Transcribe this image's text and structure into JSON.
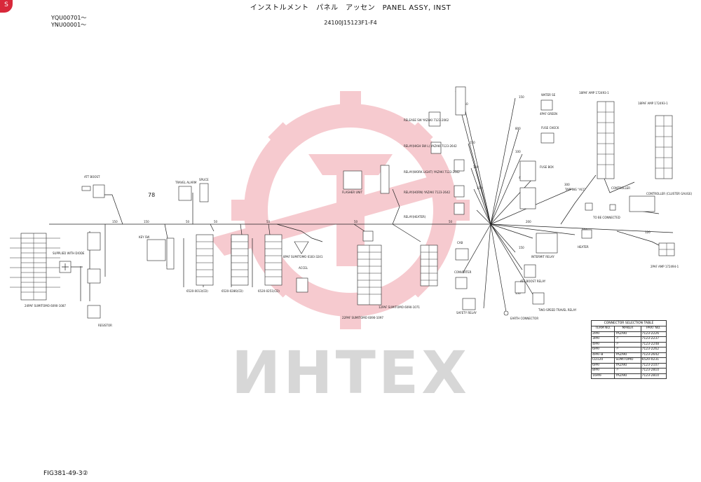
{
  "document": {
    "badge": "S",
    "title": "インストルメント　パネル　アッセン　PANEL ASSY, INST",
    "models": [
      "YQU00701～",
      "YNU00001～"
    ],
    "drawing_number": "24100J15123F1-F4",
    "figure_number": "FIG381-49-3②",
    "watermark": "ИНТЕХ",
    "ref_number": "78"
  },
  "connectors": [
    {
      "id": "main-24p",
      "label": "24PAF SUMITOMO 6090-1087"
    },
    {
      "id": "att-boost",
      "label": "ATT BOOST"
    },
    {
      "id": "supplied-diode",
      "label": "SUPPLIED WITH DIODE"
    },
    {
      "id": "resistor",
      "label": "RESISTOR"
    },
    {
      "id": "travel-alarm",
      "label": "TRAVEL ALARM"
    },
    {
      "id": "key-sw",
      "label": "KEY SW"
    },
    {
      "id": "splice",
      "label": "SPLICE"
    },
    {
      "id": "c1",
      "label": "6520-0013(CD)"
    },
    {
      "id": "c2",
      "label": "6520-0286(CD)"
    },
    {
      "id": "c3",
      "label": "6520-0251(CD)"
    },
    {
      "id": "sumitomo-8p",
      "label": "8PAF SUMITOMO 6183-3241"
    },
    {
      "id": "accel",
      "label": "ACCEL"
    },
    {
      "id": "flasher",
      "label": "FLASHER UNIT"
    },
    {
      "id": "yazaki-22p",
      "label": "22PAF SUMITOMO 6090-1097"
    },
    {
      "id": "sumitomo-12p",
      "label": "12PAF SUMITOMO 6090-1071"
    },
    {
      "id": "release-sw",
      "label": "RELEASE SW YAZAKI 7123-2062"
    },
    {
      "id": "relay-lb",
      "label": "RELAY(HIGH SW L) YAZAKI 7123-2642"
    },
    {
      "id": "relay-light",
      "label": "RELAY(WORK LIGHT) YAZAKI 7123-2642"
    },
    {
      "id": "relay-horn",
      "label": "RELAY(HORN) YAZAKI 7123-2642"
    },
    {
      "id": "relay-heater",
      "label": "RELAY(HEATER)"
    },
    {
      "id": "water-se",
      "label": "WATER SE"
    },
    {
      "id": "fuse-check",
      "label": "FUSE CHECK"
    },
    {
      "id": "fuse-box",
      "label": "FUSE BOX"
    },
    {
      "id": "amp-4p",
      "label": "4PAF GREEN"
    },
    {
      "id": "amp-18p-a",
      "label": "18PAF AMP 172493-1"
    },
    {
      "id": "amp-18p-b",
      "label": "18PAF AMP 172493-1"
    },
    {
      "id": "controller",
      "label": "CONTROLLER"
    },
    {
      "id": "controller-gauge",
      "label": "CONTROLLER (CLUSTER GAUGE)"
    },
    {
      "id": "tapping-acc",
      "label": "TAPPING \"ACC\""
    },
    {
      "id": "to-be-connected",
      "label": "TO BE CONNECTED"
    },
    {
      "id": "intermit-relay",
      "label": "INTERMIT RELAY"
    },
    {
      "id": "att-boost-relay",
      "label": "ATT BOOST RELAY"
    },
    {
      "id": "two-speed",
      "label": "TWO-SPEED TRAVEL RELAY"
    },
    {
      "id": "heater",
      "label": "HEATER"
    },
    {
      "id": "amp-2p",
      "label": "2PAF AMP 172494-1"
    },
    {
      "id": "converter",
      "label": "CONVERTER"
    },
    {
      "id": "safety-relay",
      "label": "SAFETY RELAY"
    },
    {
      "id": "earth-connector",
      "label": "EARTH CONNECTOR"
    },
    {
      "id": "cab",
      "label": "CAB"
    }
  ],
  "table": {
    "title": "CONNECTOR SELECTION TABLE",
    "headers": [
      "TERM NO.",
      "MAKER",
      "PART NO."
    ],
    "rows": [
      [
        "2PAF",
        "YAZAKI",
        "7123-2226"
      ],
      [
        "3PAF",
        "〃",
        "7123-2237"
      ],
      [
        "4PAF",
        "〃",
        "7123-2248"
      ],
      [
        "6PAF",
        "〃",
        "7123-2262"
      ],
      [
        "4PAF-B",
        "YAZAKI",
        "7123-2642"
      ],
      [
        "CD120",
        "SUMITOMO",
        "6520-0231"
      ],
      [
        "6PAF",
        "YAZAKI",
        "7123-2107"
      ],
      [
        "8PAF",
        "〃",
        "7123-2810"
      ],
      [
        "16PAF",
        "YAZAKI",
        "7123-2810"
      ]
    ]
  },
  "colors": {
    "badge": "#d8283a",
    "watermark_icon": "#f3b9bf",
    "watermark_text": "#d7d7d7",
    "ink": "#222222"
  }
}
